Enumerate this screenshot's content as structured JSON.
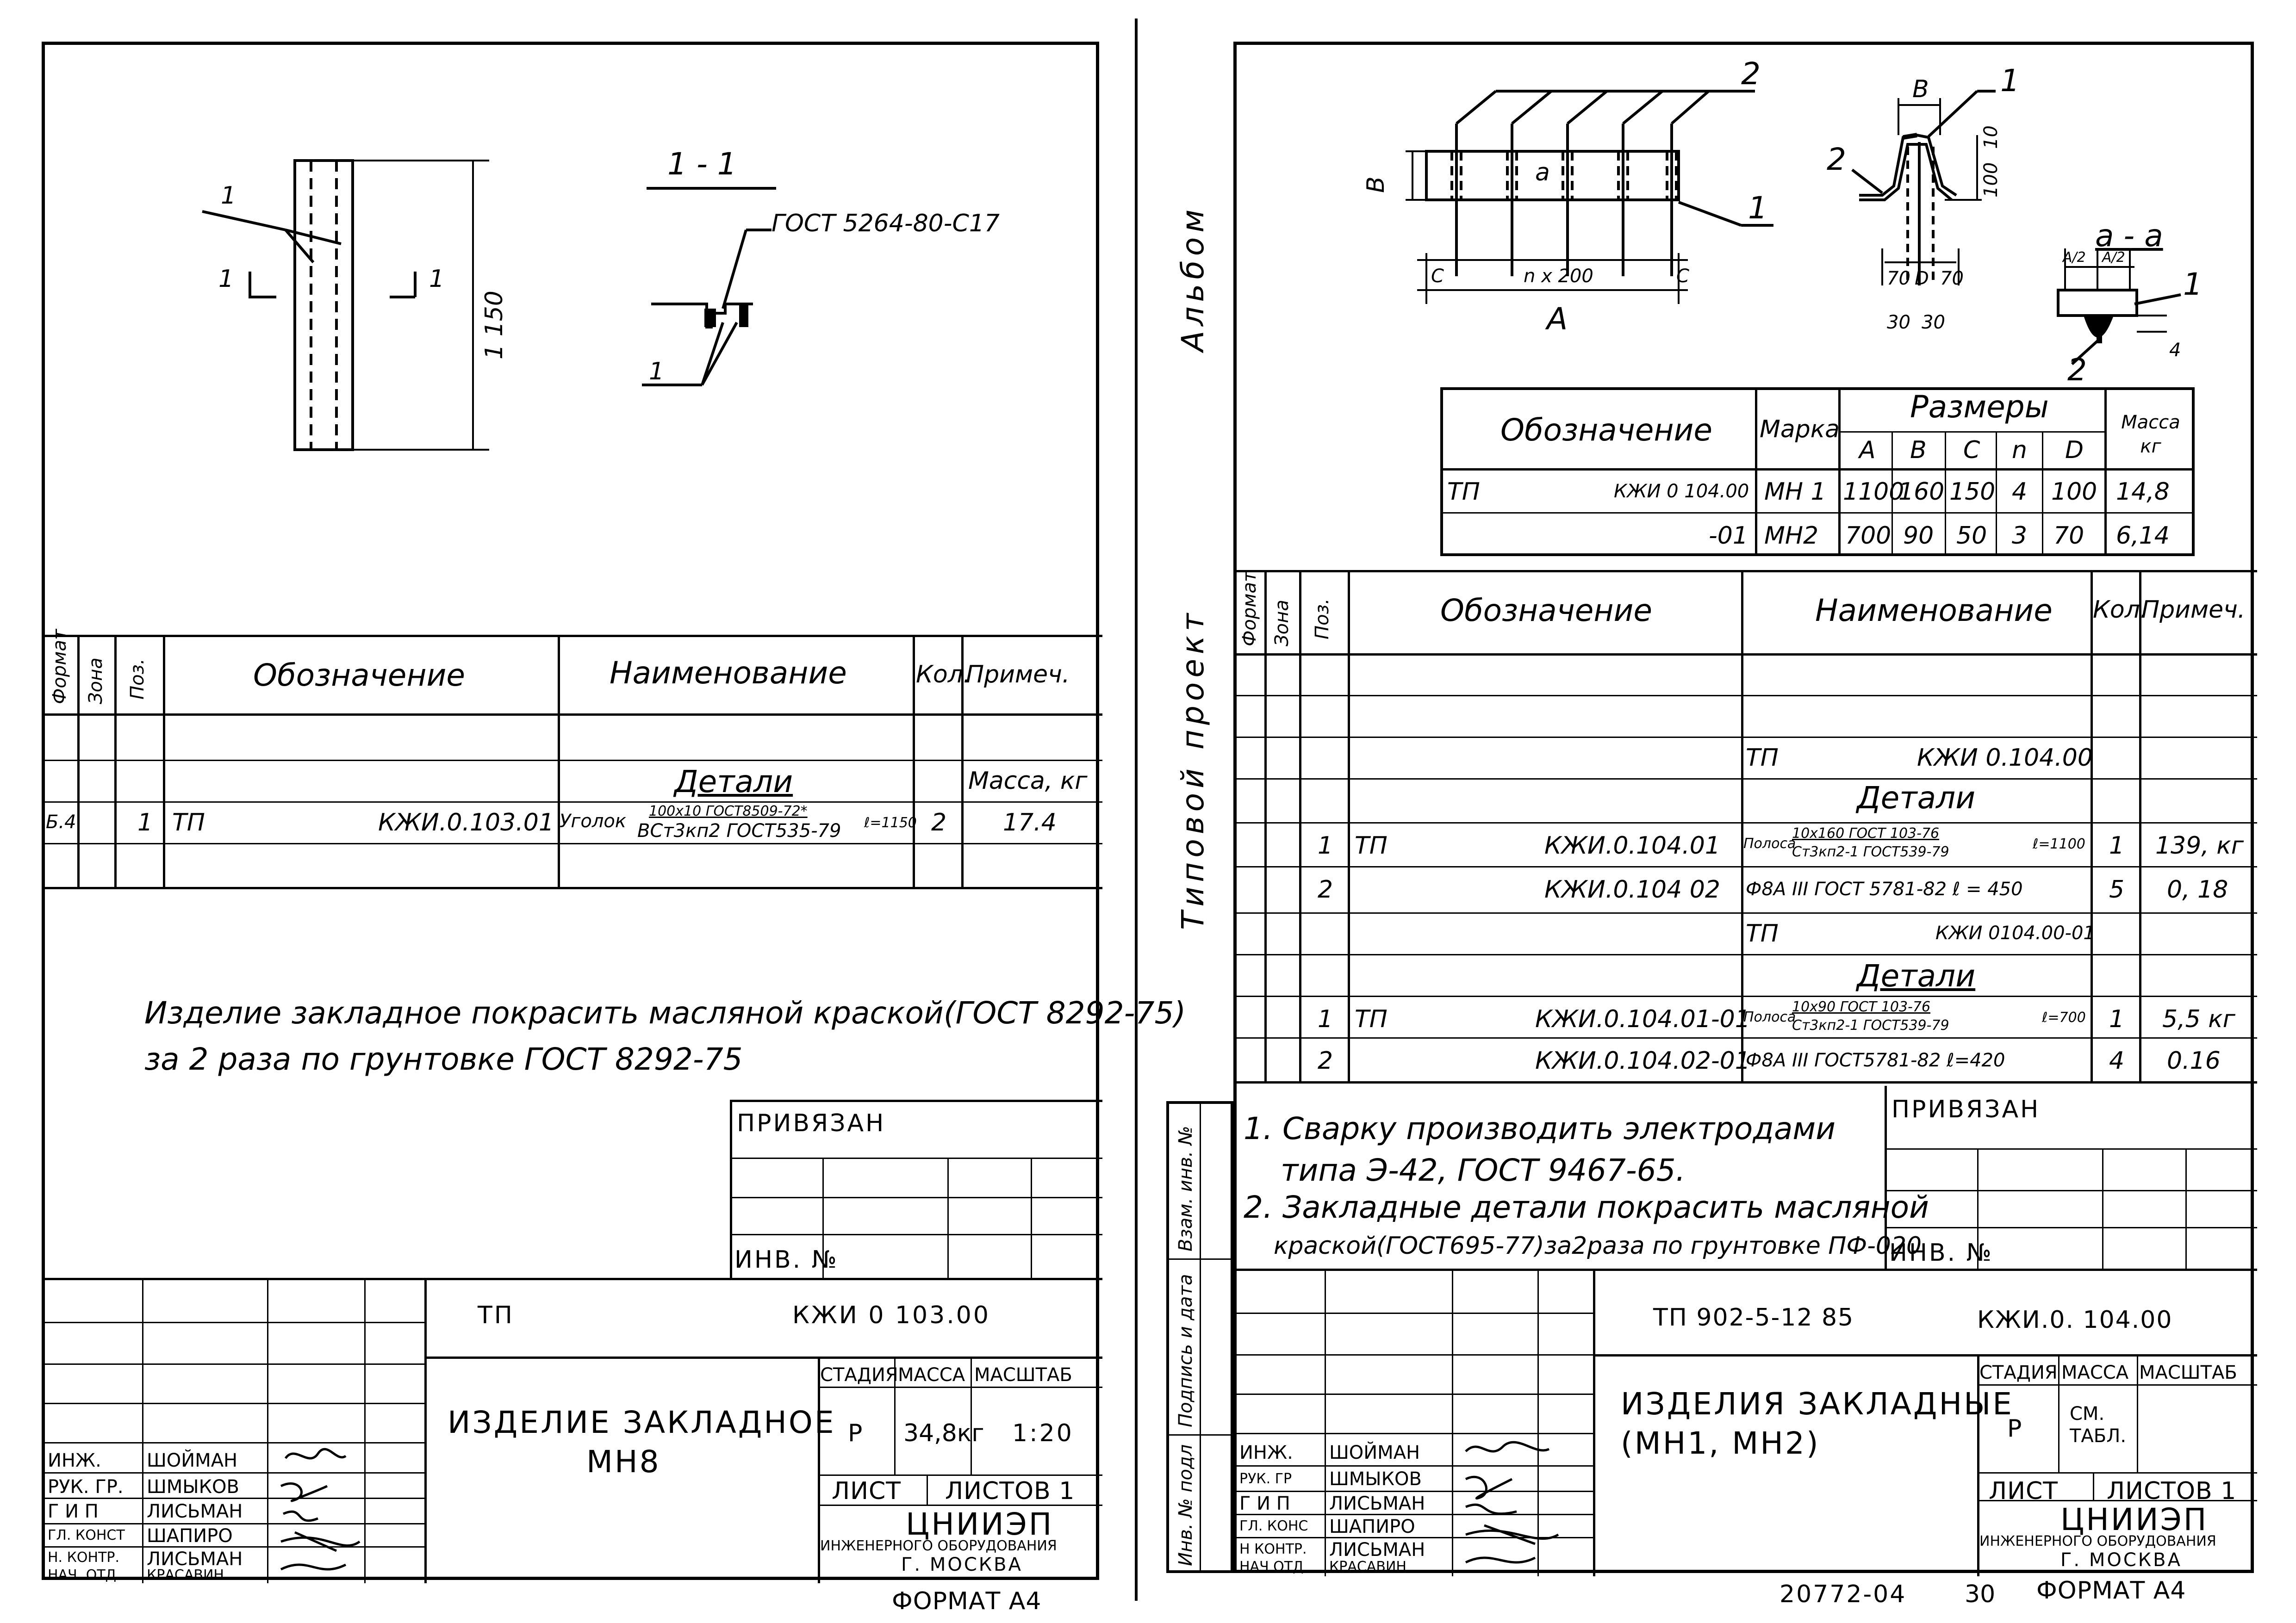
{
  "left": {
    "drawing": {
      "callout_1a": "1",
      "callout_1b": "1",
      "section_mark_left": "1",
      "section_mark_right": "1",
      "height_dim": "1 150",
      "section_title": "1 - 1",
      "gost_label": "ГОСТ 5264-80-С17"
    },
    "spec": {
      "headers": {
        "format": "Формат",
        "zone": "Зона",
        "pos": "Поз.",
        "designation": "Обозначение",
        "name": "Наименование",
        "qty": "Кол.",
        "note": "Примеч."
      },
      "section_label": "Детали",
      "mass_header": "Масса, кг",
      "row": {
        "format": "Б.4.",
        "pos": "1",
        "prefix": "ТП",
        "designation": "КЖИ.0.103.01",
        "name_prefix": "Уголок",
        "name_num": "100х10 ГОСТ8509-72*",
        "name_den": "ВСт3кп2 ГОСТ535-79",
        "length": "ℓ=1150",
        "qty": "2",
        "note": "17.4"
      }
    },
    "notes": [
      "Изделие закладное покрасить масляной краской(ГОСТ 8292-75)",
      "за 2 раза по грунтовке  ГОСТ 8292-75"
    ],
    "privyazan": "ПРИВЯЗАН",
    "inv": "ИНВ. №",
    "title_block": {
      "doc_prefix": "ТП",
      "doc_code": "КЖИ 0 103.00",
      "title_line1": "ИЗДЕЛИЕ ЗАКЛАДНОЕ",
      "title_line2": "МН8",
      "stage_h": "СТАДИЯ",
      "mass_h": "МАССА",
      "scale_h": "МАСШТАБ",
      "stage": "Р",
      "mass": "34,8кг",
      "scale": "1:20",
      "sheet": "ЛИСТ",
      "sheets": "ЛИСТОВ 1",
      "org": "ЦНИИЭП",
      "org_sub": "ИНЖЕНЕРНОГО ОБОРУДОВАНИЯ",
      "city": "Г. МОСКВА",
      "roles": [
        "ИНЖ.",
        "РУК. ГР.",
        "Г И П",
        "ГЛ. КОНСТ",
        "Н. КОНТР.",
        "НАЧ. ОТД."
      ],
      "names": [
        "ШОЙМАН",
        "ШМЫКОВ",
        "ЛИСЬМАН",
        "ШАПИРО",
        "ЛИСЬМАН",
        "КРАСАВИН"
      ]
    },
    "format": "ФОРМАТ А4"
  },
  "right": {
    "side_labels": {
      "album": "Альбом",
      "project": "Типовой  проект"
    },
    "side_stamps": [
      "Инв. № подл",
      "Подпись и дата",
      "Взам. инв. №"
    ],
    "drawing": {
      "callout_2": "2",
      "callout_1": "1",
      "dim_b": "В",
      "dim_a": "а",
      "dim_c_left": "С",
      "dim_c_right": "С",
      "dim_n": "n х 200",
      "dim_A": "А",
      "callout_1b": "1",
      "callout_2b": "2",
      "dim_B_top": "В",
      "dim_100": "100",
      "dim_10": "10",
      "dim_70a": "70",
      "dim_D": "D",
      "dim_70b": "70",
      "dim_30a": "30",
      "dim_30b": "30",
      "section_aa": "а - а",
      "dim_a2a": "А/2",
      "dim_a2b": "А/2",
      "callout_1c": "1",
      "callout_2c": "2",
      "dim_4": "4"
    },
    "sizes_table": {
      "h_designation": "Обозначение",
      "h_mark": "Марка",
      "h_sizes": "Размеры",
      "h_mass": "Масса кг",
      "cols": [
        "А",
        "В",
        "С",
        "n",
        "D"
      ],
      "rows": [
        {
          "prefix": "ТП",
          "designation": "КЖИ 0 104.00",
          "mark": "МН 1",
          "vals": [
            "1100",
            "160",
            "150",
            "4",
            "100"
          ],
          "mass": "14,8"
        },
        {
          "prefix": "",
          "designation": "-01",
          "mark": "МН2",
          "vals": [
            "700",
            "90",
            "50",
            "3",
            "70"
          ],
          "mass": "6,14"
        }
      ]
    },
    "spec": {
      "headers": {
        "format": "Формат",
        "zone": "Зона",
        "pos": "Поз.",
        "designation": "Обозначение",
        "name": "Наименование",
        "qty": "Кол.",
        "note": "Примеч."
      },
      "block1_ref": {
        "prefix": "ТП",
        "code": "КЖИ 0.104.00"
      },
      "details": "Детали",
      "rows1": [
        {
          "pos": "1",
          "prefix": "ТП",
          "designation": "КЖИ.0.104.01",
          "name_prefix": "Полоса",
          "name_num": "10х160 ГОСТ 103-76",
          "name_den": "Ст3кп2-1 ГОСТ539-79",
          "length": "ℓ=1100",
          "qty": "1",
          "note": "139, кг"
        },
        {
          "pos": "2",
          "prefix": "",
          "designation": "КЖИ.0.104 02",
          "name_prefix": "",
          "name_num": "",
          "name_den": "",
          "name_text": "Ф8А III ГОСТ 5781-82   ℓ = 450",
          "length": "",
          "qty": "5",
          "note": "0, 18"
        }
      ],
      "block2_ref": {
        "prefix": "ТП",
        "code": "КЖИ 0104.00-01"
      },
      "rows2": [
        {
          "pos": "1",
          "prefix": "ТП",
          "designation": "КЖИ.0.104.01-01",
          "name_prefix": "Полоса",
          "name_num": "10х90 ГОСТ 103-76",
          "name_den": "Ст3кп2-1 ГОСТ539-79",
          "length": "ℓ=700",
          "qty": "1",
          "note": "5,5 кг"
        },
        {
          "pos": "2",
          "prefix": "",
          "designation": "КЖИ.0.104.02-01",
          "name_prefix": "",
          "name_num": "",
          "name_den": "",
          "name_text": "Ф8А III ГОСТ5781-82   ℓ=420",
          "length": "",
          "qty": "4",
          "note": "0.16"
        }
      ]
    },
    "notes": [
      "1. Сварку производить электродами",
      "типа Э-42, ГОСТ 9467-65.",
      "2. Закладные детали покрасить масляной",
      "краской(ГОСТ695-77)за2раза по грунтовке ПФ-020"
    ],
    "privyazan": "ПРИВЯЗАН",
    "inv": "ИНВ. №",
    "title_block": {
      "doc_prefix": "ТП  902-5-12 85",
      "doc_code": "КЖИ.0. 104.00",
      "title_line1": "ИЗДЕЛИЯ ЗАКЛАДНЫЕ",
      "title_line2": "(МН1, МН2)",
      "stage_h": "СТАДИЯ",
      "mass_h": "МАССА",
      "scale_h": "МАСШТАБ",
      "stage": "Р",
      "mass": "СМ. ТАБЛ.",
      "sheet": "ЛИСТ",
      "sheets": "ЛИСТОВ 1",
      "org": "ЦНИИЭП",
      "org_sub": "ИНЖЕНЕРНОГО ОБОРУДОВАНИЯ",
      "city": "Г. МОСКВА",
      "roles": [
        "ИНЖ.",
        "РУК. ГР",
        "Г И П",
        "ГЛ. КОНС",
        "Н КОНТР.",
        "НАЧ ОТД"
      ],
      "names": [
        "ШОЙМАН",
        "ШМЫКОВ",
        "ЛИСЬМАН",
        "ШАПИРО",
        "ЛИСЬМАН",
        "КРАСАВИН"
      ]
    },
    "bottom_number": "20772-04",
    "bottom_page": "30",
    "format": "ФОРМАТ А4"
  }
}
